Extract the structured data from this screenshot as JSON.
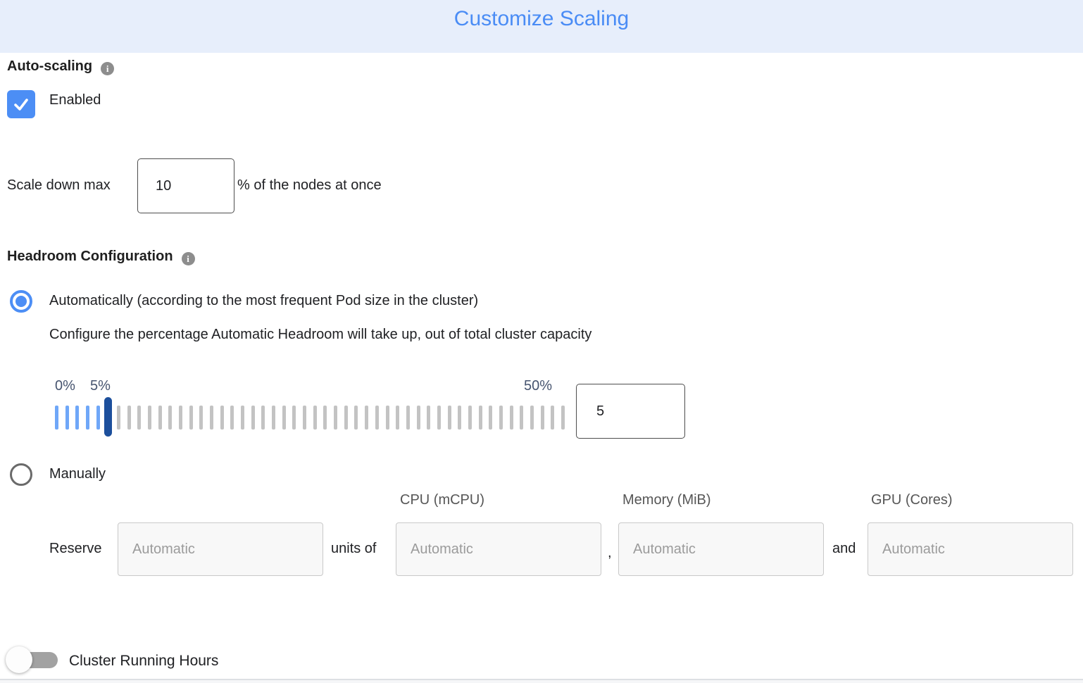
{
  "header": {
    "title": "Customize Scaling"
  },
  "autoscaling": {
    "section_label": "Auto-scaling",
    "enabled_label": "Enabled",
    "checkbox_checked": true
  },
  "scale_down": {
    "prefix": "Scale down max",
    "value": "10",
    "suffix": "% of the nodes at once"
  },
  "headroom": {
    "section_label": "Headroom Configuration",
    "auto_option": {
      "label": "Automatically (according to the most frequent Pod size in the cluster)",
      "selected": true,
      "description": "Configure the percentage Automatic Headroom will take up, out of total cluster capacity",
      "slider": {
        "min_label": "0%",
        "current_label": "5%",
        "max_label": "50%",
        "value": "5",
        "tick_count": 50,
        "active_ticks": 6
      }
    },
    "manual_option": {
      "label": "Manually",
      "selected": false,
      "column_headers": [
        "CPU (mCPU)",
        "Memory (MiB)",
        "GPU (Cores)"
      ],
      "reserve_label": "Reserve",
      "units_of_label": "units of",
      "comma_label": ",",
      "and_label": "and",
      "placeholder": "Automatic"
    }
  },
  "cluster_running_hours": {
    "label": "Cluster Running Hours",
    "toggle_on": false
  },
  "colors": {
    "header_bg": "#e7eefb",
    "title_blue": "#4a8cf5",
    "accent_blue": "#4c8ef5",
    "tick_blue": "#6fa7f8",
    "tick_gray": "#c3c3c3",
    "handle_navy": "#1c4f9c",
    "slider_label": "#46546f",
    "toggle_track_gray": "#a2a2a2"
  }
}
